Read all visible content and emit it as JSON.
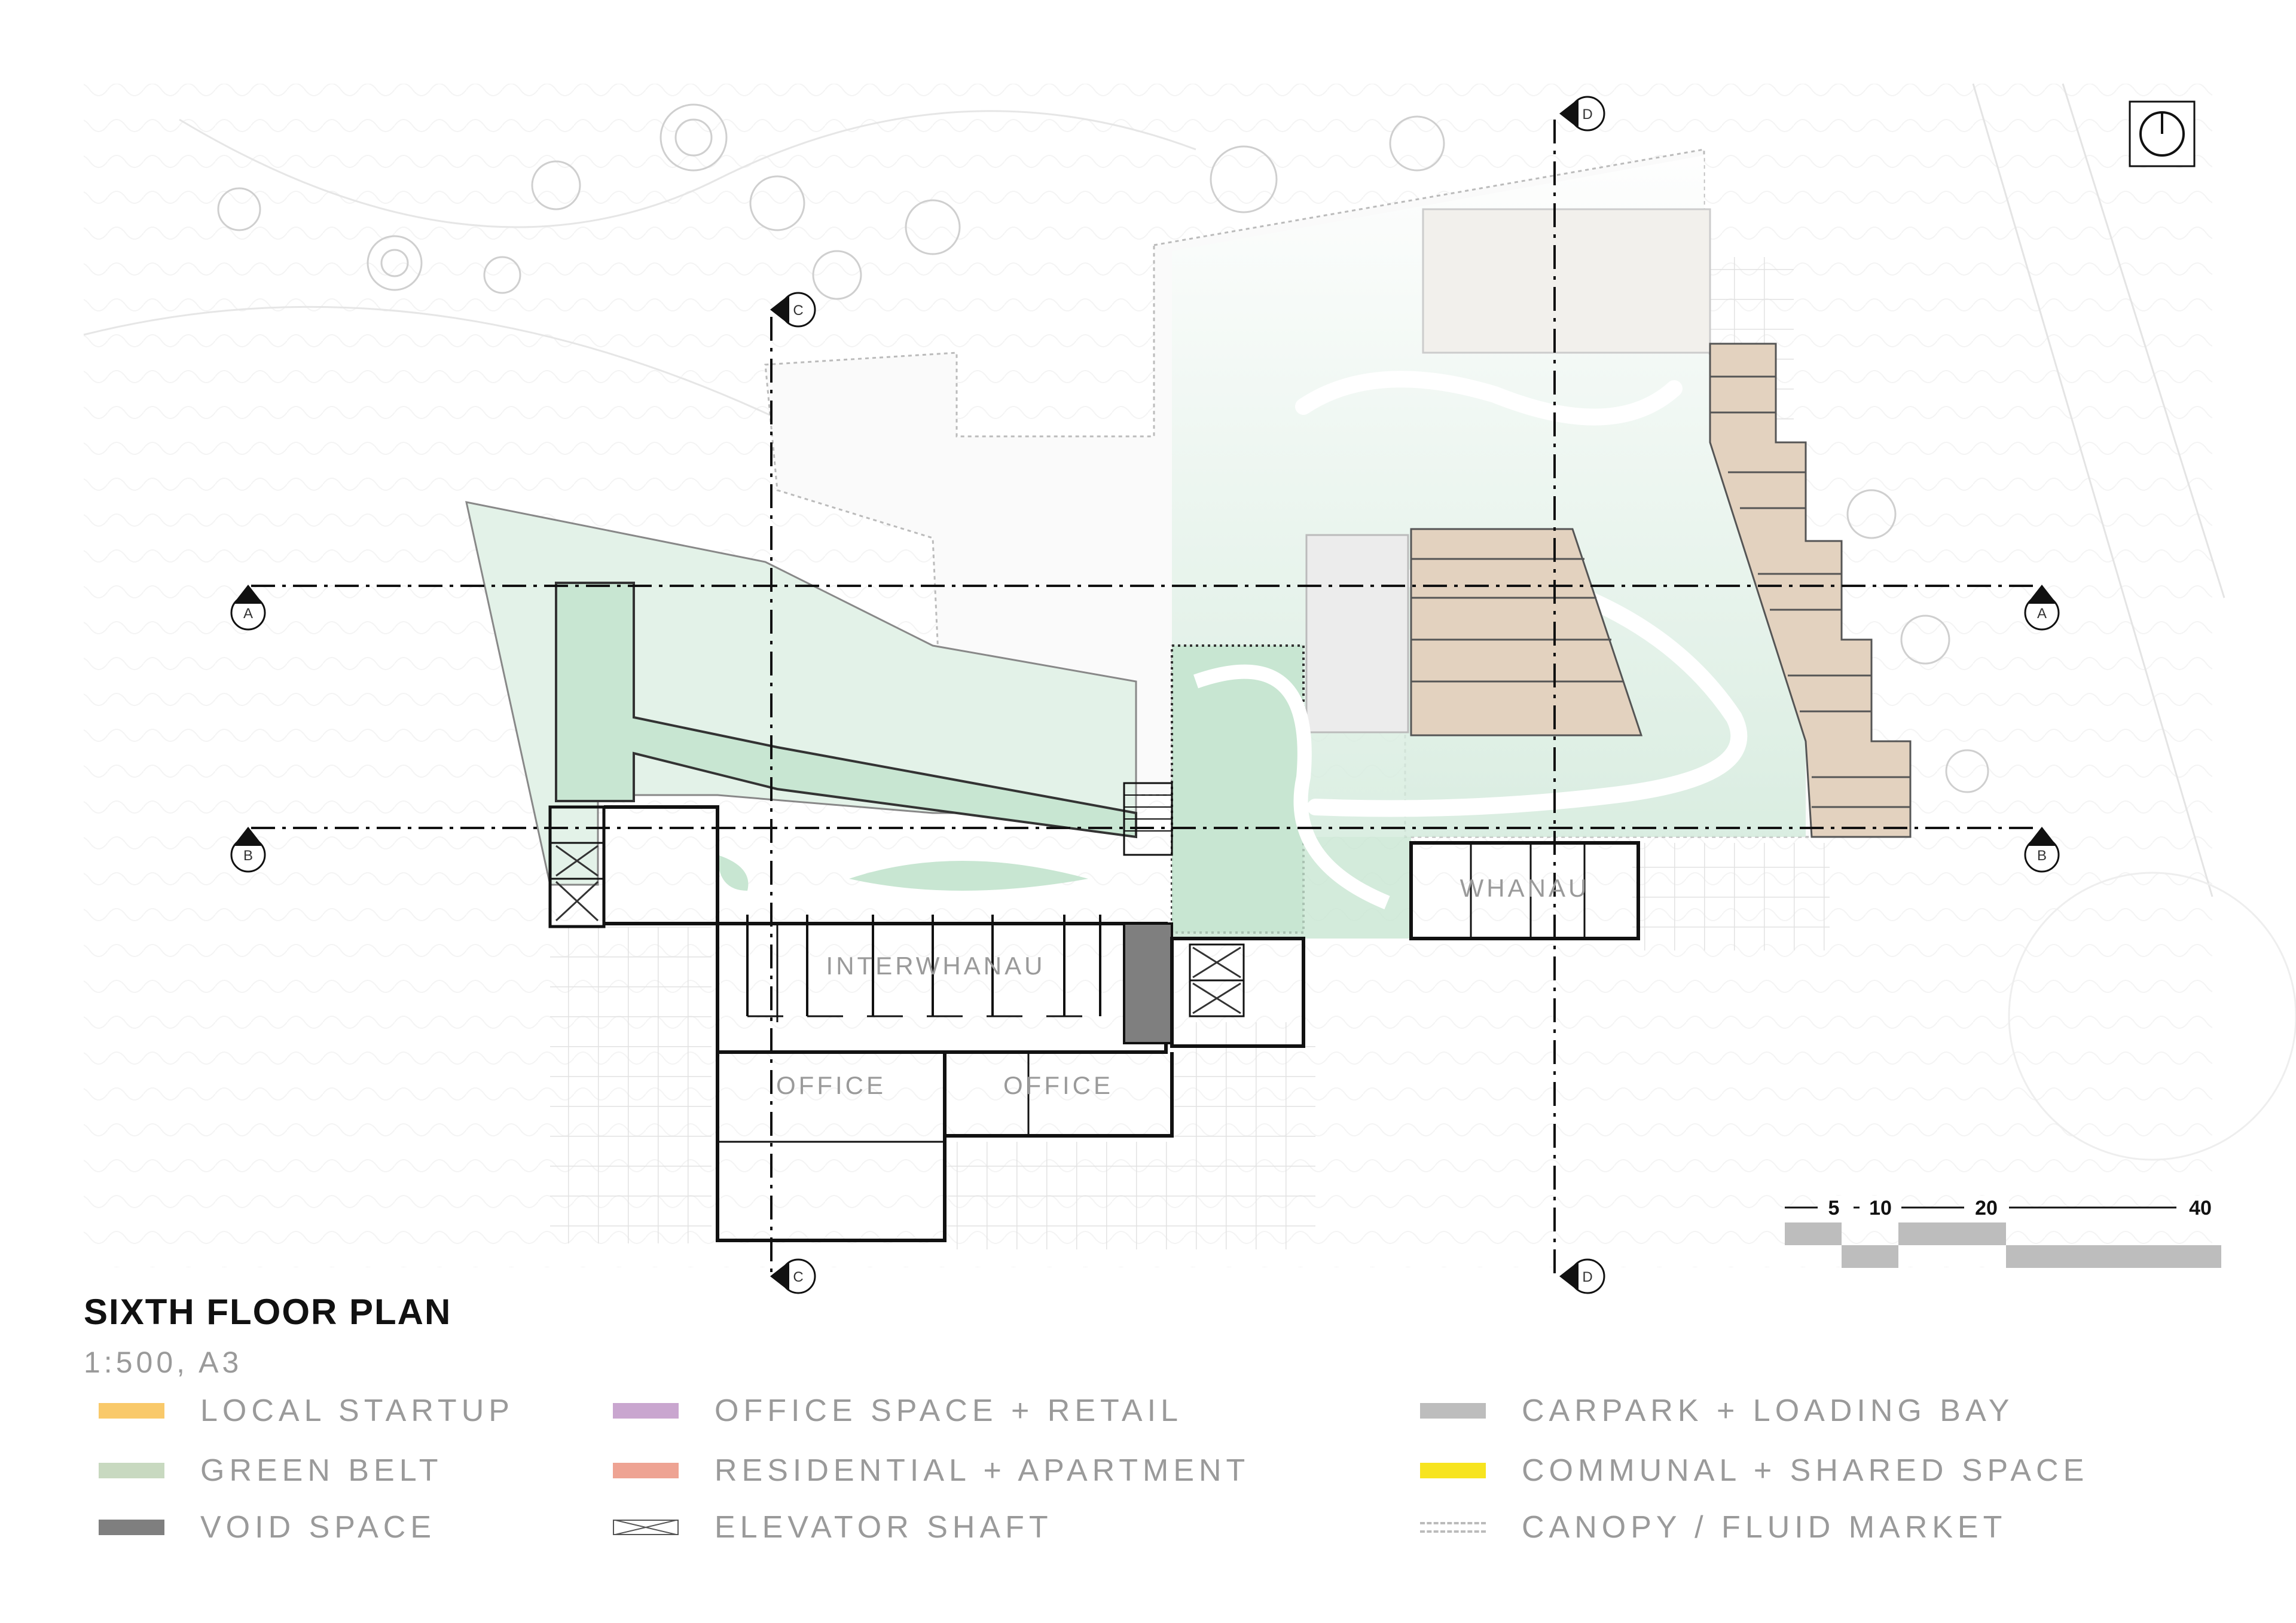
{
  "title": "SIXTH FLOOR PLAN",
  "subtitle": "1:500, A3",
  "room_labels": {
    "interwhanau": "INTERWHANAU",
    "office_left": "OFFICE",
    "office_right": "OFFICE",
    "whanau": "WHANAU"
  },
  "section_markers": {
    "a": "A",
    "b": "B",
    "c": "C",
    "d": "D"
  },
  "scale_bar": {
    "labels": [
      "5",
      "10",
      "20",
      "40"
    ]
  },
  "legend": [
    {
      "label": "LOCAL STARTUP",
      "color": "#F9C96A",
      "style": "solid"
    },
    {
      "label": "GREEN BELT",
      "color": "#C8D9C0",
      "style": "solid"
    },
    {
      "label": "VOID SPACE",
      "color": "#7F7F7F",
      "style": "solid"
    },
    {
      "label": "OFFICE SPACE + RETAIL",
      "color": "#C9A6CF",
      "style": "solid"
    },
    {
      "label": "RESIDENTIAL + APARTMENT",
      "color": "#EEA393",
      "style": "solid"
    },
    {
      "label": "ELEVATOR SHAFT",
      "color": "#555555",
      "style": "hatch"
    },
    {
      "label": "CARPARK + LOADING BAY",
      "color": "#BDBDBD",
      "style": "solid"
    },
    {
      "label": "COMMUNAL + SHARED SPACE",
      "color": "#F7E41F",
      "style": "solid"
    },
    {
      "label": "CANOPY / FLUID  MARKET",
      "color": "#BBBBBB",
      "style": "dash"
    }
  ],
  "colors": {
    "green_fill": "#C8E6D2",
    "green_light": "#E3F2E8",
    "residential_tan": "#E3D2BF",
    "carpark_light": "#EDEDED",
    "void_dark": "#7F7F7F",
    "linework": "#222222",
    "context_line": "#DDDDDD"
  }
}
